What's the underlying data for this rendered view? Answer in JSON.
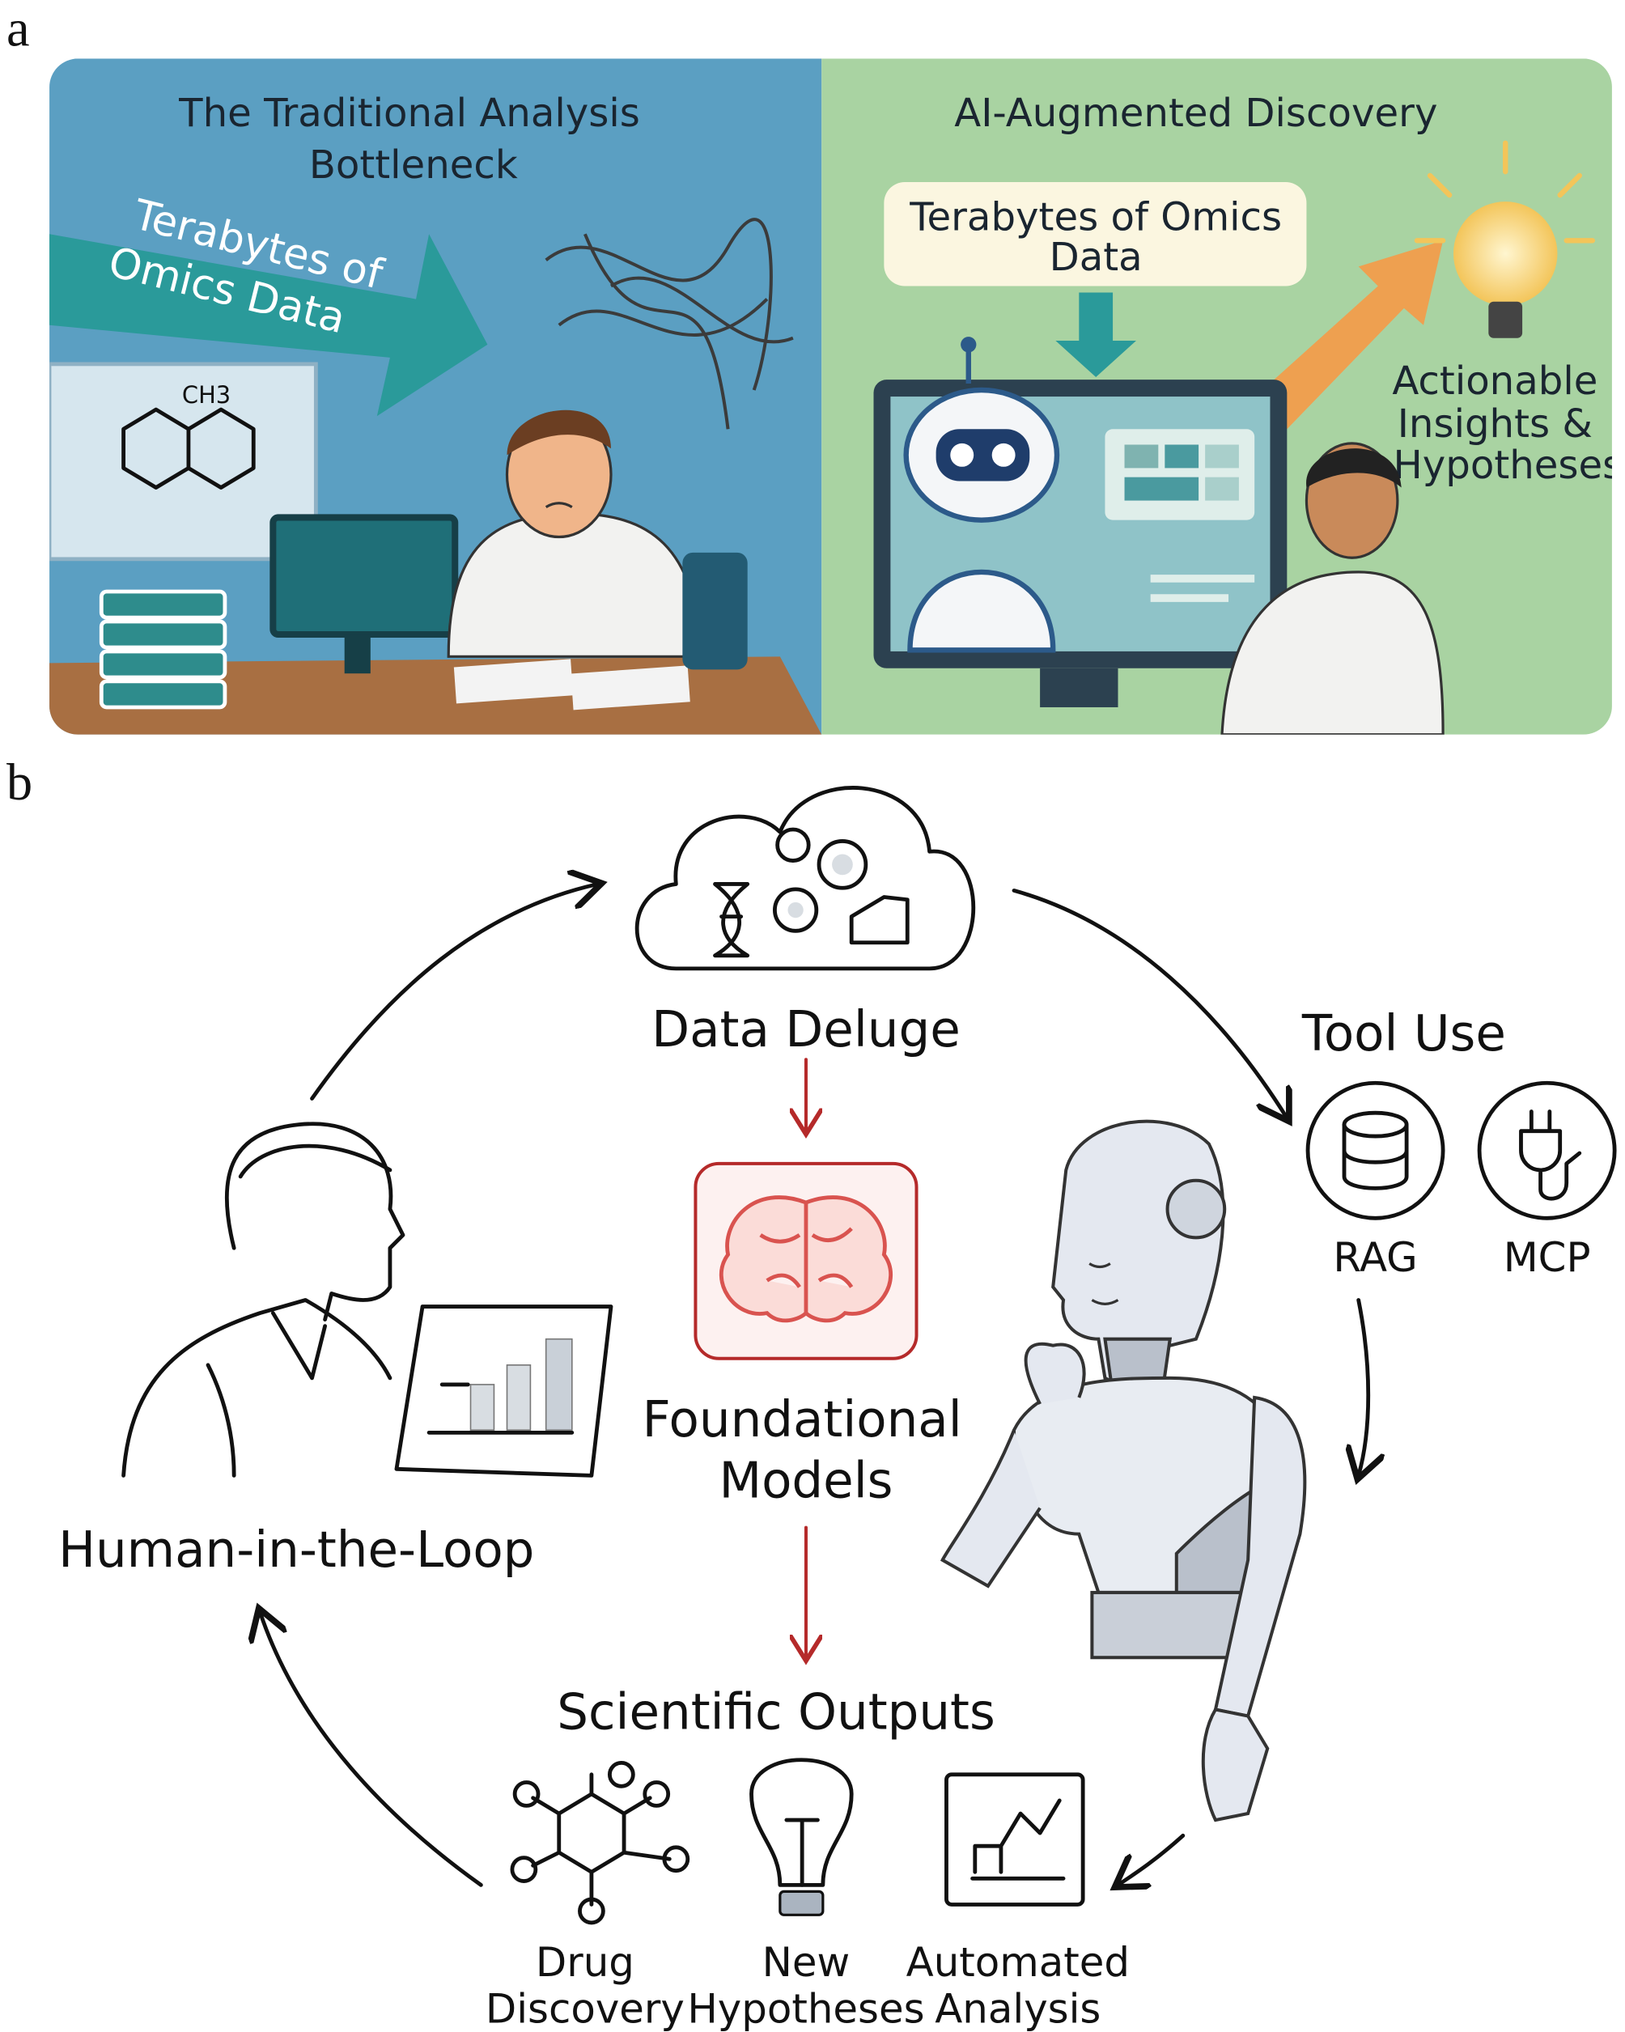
{
  "panel_a": {
    "label": "a",
    "left": {
      "title_line1": "The Traditional Analysis",
      "title_line2": "Bottleneck",
      "arrow_line1": "Terabytes of",
      "arrow_line2": "Omics Data",
      "molecule_label": "CH3"
    },
    "right": {
      "title": "AI-Augmented Discovery",
      "box_line1": "Terabytes of Omics",
      "box_line2": "Data",
      "insight_line1": "Actionable",
      "insight_line2": "Insights &",
      "insight_line3": "Hypotheses"
    },
    "colors": {
      "left_bg": "#5b9fc2",
      "right_bg": "#a9d3a2",
      "arrow": "#2a9a9a",
      "orange_arrow": "#eea050"
    }
  },
  "panel_b": {
    "label": "b",
    "data_deluge": "Data Deluge",
    "foundational_line1": "Foundational",
    "foundational_line2": "Models",
    "tool_use": "Tool Use",
    "rag": "RAG",
    "mcp": "MCP",
    "human_loop": "Human-in-the-Loop",
    "scientific_outputs": "Scientific Outputs",
    "outputs": [
      {
        "line1": "Drug",
        "line2": "Discovery"
      },
      {
        "line1": "New",
        "line2": "Hypotheses"
      },
      {
        "line1": "Automated",
        "line2": "Analysis"
      }
    ],
    "colors": {
      "flow_arrow": "#b52a2a",
      "brain": "#d9534f"
    }
  }
}
